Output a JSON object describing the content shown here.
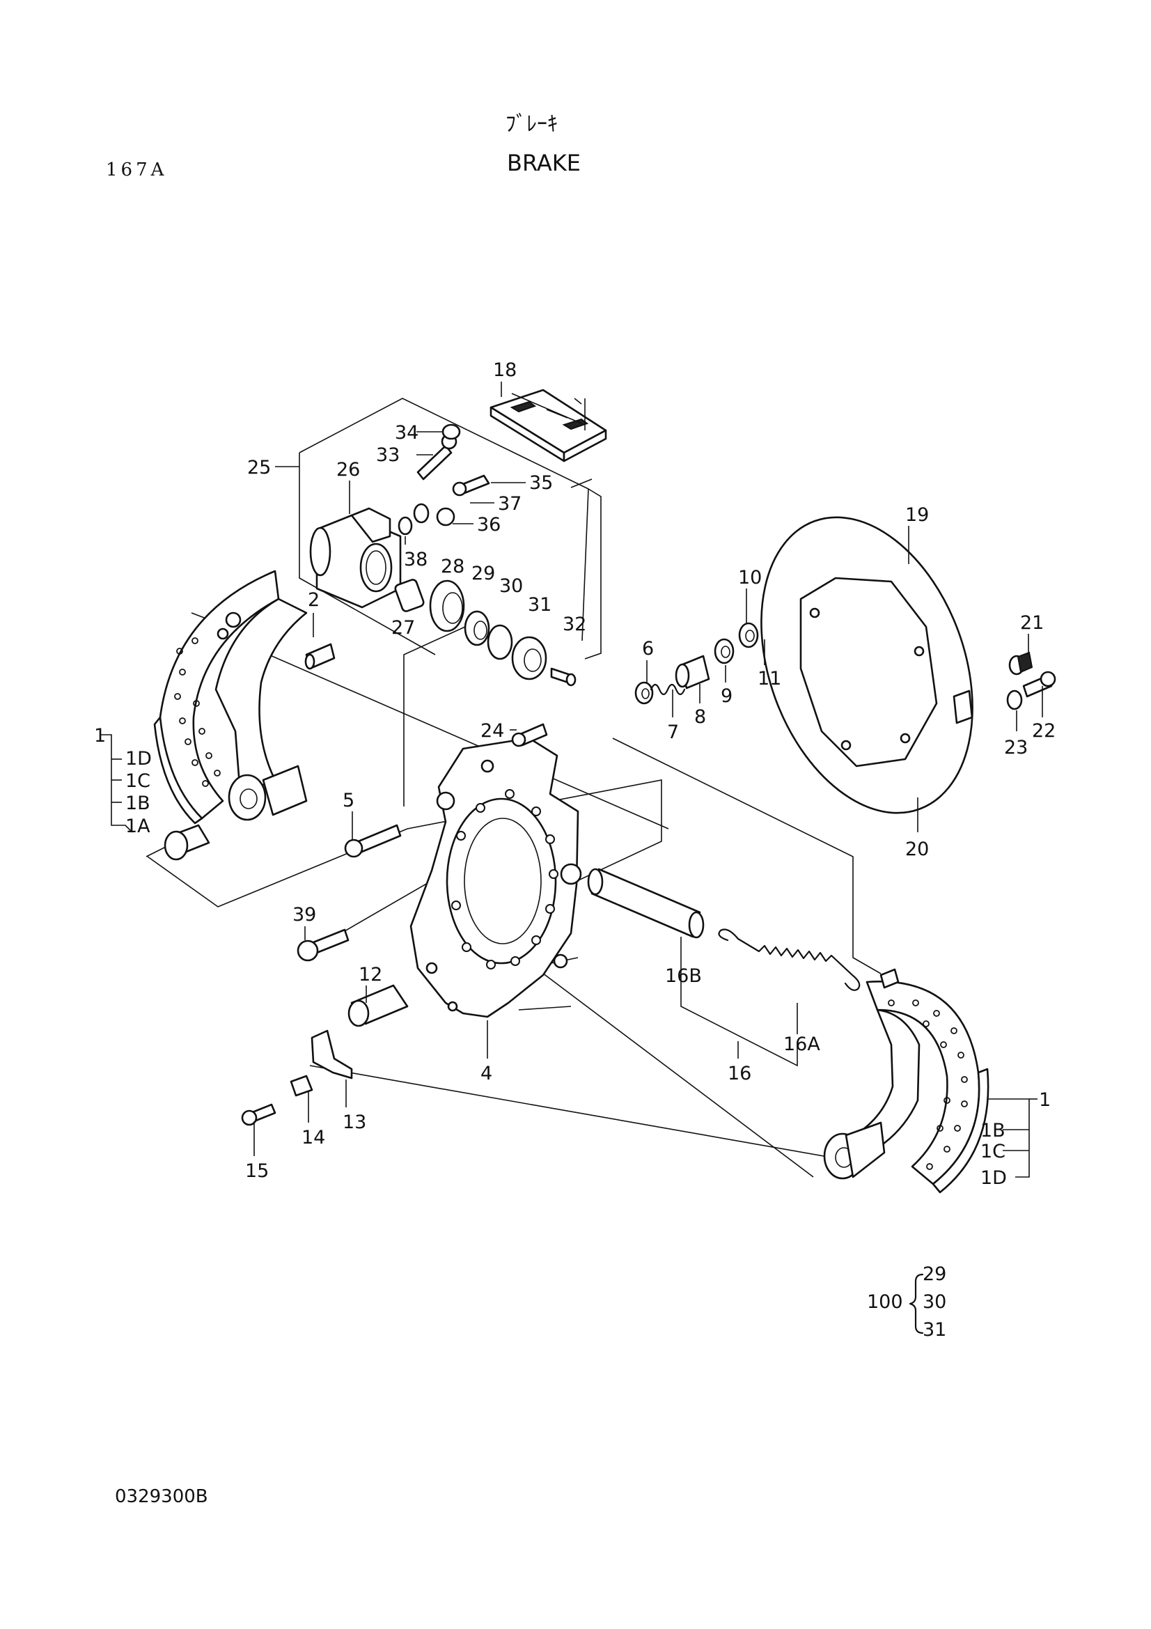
{
  "header": {
    "title_jp": "ﾌﾞﾚｰｷ",
    "title_en": "BRAKE",
    "page_code": "167A"
  },
  "footer": {
    "drawing_no": "0329300B"
  },
  "callouts": {
    "p1_left": "1",
    "p1A_left": "1A",
    "p1B_left": "1B",
    "p1C_left": "1C",
    "p1D_left": "1D",
    "p1_right": "1",
    "p1B_right": "1B",
    "p1C_right": "1C",
    "p1D_right": "1D",
    "p2": "2",
    "p4": "4",
    "p5": "5",
    "p6": "6",
    "p7": "7",
    "p8": "8",
    "p9": "9",
    "p10": "10",
    "p11": "11",
    "p12": "12",
    "p13": "13",
    "p14": "14",
    "p15": "15",
    "p16": "16",
    "p16A": "16A",
    "p16B": "16B",
    "p18": "18",
    "p19": "19",
    "p20": "20",
    "p21": "21",
    "p22": "22",
    "p23": "23",
    "p24": "24",
    "p25": "25",
    "p26": "26",
    "p27": "27",
    "p28": "28",
    "p29": "29",
    "p30": "30",
    "p31": "31",
    "p32": "32",
    "p33": "33",
    "p34": "34",
    "p35": "35",
    "p36": "36",
    "p37": "37",
    "p38": "38",
    "p39": "39"
  },
  "kit": {
    "label": "100",
    "members": [
      "29",
      "30",
      "31"
    ]
  }
}
